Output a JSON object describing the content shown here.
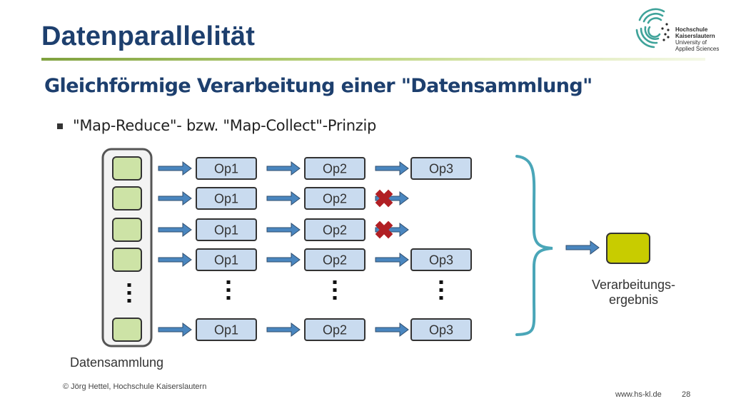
{
  "slide": {
    "title": "Datenparallelität",
    "subtitle": "Gleichförmige Verarbeitung einer \"Datensammlung\"",
    "bullet": "\"Map-Reduce\"- bzw. \"Map-Collect\"-Prinzip"
  },
  "logo": {
    "line1": "Hochschule",
    "line2": "Kaiserslautern",
    "line3": "University of",
    "line4": "Applied Sciences"
  },
  "diagram": {
    "collection_label": "Datensammlung",
    "result_label_line1": "Verarbeitungs-",
    "result_label_line2": "ergebnis",
    "rows": [
      {
        "ops": [
          "Op1",
          "Op2",
          "Op3"
        ]
      },
      {
        "ops": [
          "Op1",
          "Op2"
        ],
        "failed": true
      },
      {
        "ops": [
          "Op1",
          "Op2"
        ],
        "failed": true
      },
      {
        "ops": [
          "Op1",
          "Op2",
          "Op3"
        ]
      },
      {
        "ops": [
          "Op1",
          "Op2",
          "Op3"
        ]
      }
    ],
    "colors": {
      "item_fill": "#cde3a6",
      "op_fill": "#c9dbef",
      "result_fill": "#c8cc00",
      "arrow": "#4a86bf",
      "bracket": "#4aa6b8",
      "cross": "#b11f24"
    }
  },
  "footer": {
    "copyright": "© Jörg Hettel, Hochschule Kaiserslautern",
    "url": "www.hs-kl.de",
    "page": "28"
  }
}
